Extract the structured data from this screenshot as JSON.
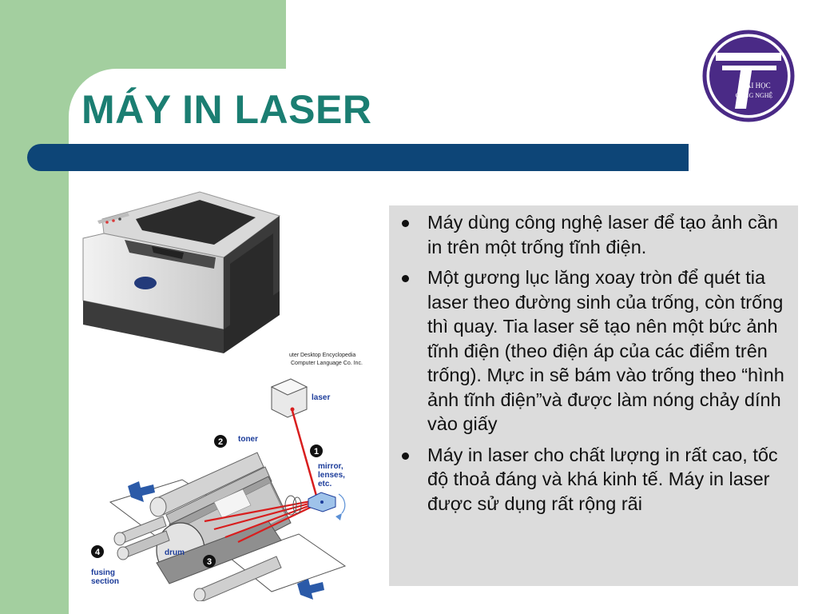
{
  "slide": {
    "title": "MÁY IN LASER",
    "bullets": [
      "Máy dùng công nghệ laser để tạo ảnh cần in trên một trống tĩnh điện.",
      "Một gương lục lăng xoay tròn để quét tia laser theo đường sinh của trống, còn trống thì quay. Tia laser sẽ tạo nên một bức ảnh tĩnh điện (theo điện áp của các điểm trên trống). Mực in sẽ bám vào trống theo “hình ảnh tĩnh điện”và được làm nóng chảy dính vào giấy",
      "Máy in laser cho chất lượng in rất cao, tốc độ thoả đáng và khá kinh tế. Máy in laser được sử dụng rất rộng rãi"
    ]
  },
  "logo": {
    "line1": "ĐẠI HỌC",
    "line2": "CÔNG NGHỆ"
  },
  "diagram": {
    "credit_line1": "uter Desktop Encyclopedia",
    "credit_line2": "Computer Language Co. Inc.",
    "labels": {
      "laser": "laser",
      "toner": "toner",
      "mirror": "mirror,",
      "lenses": "lenses,",
      "etc": "etc.",
      "drum": "drum",
      "fusing": "fusing",
      "section": "section"
    },
    "steps": [
      "1",
      "2",
      "3",
      "4"
    ]
  },
  "colors": {
    "green": "#a3cf9f",
    "navy": "#0d4577",
    "title": "#1b7e72",
    "logo": "#4a2a86",
    "panel": "#dcdcdc",
    "diagram_blue": "#1c3c9a",
    "laser_red": "#d81e1e"
  }
}
